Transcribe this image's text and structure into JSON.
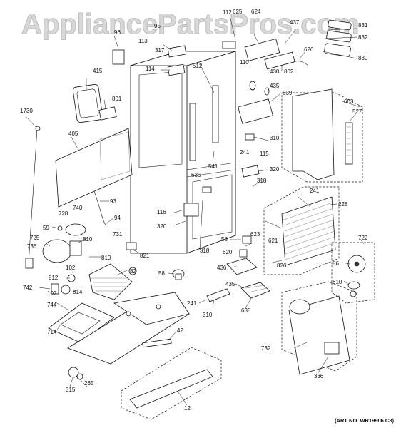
{
  "watermark": "AppliancePartsPros.com",
  "art_number": "(ART NO. WR19906 C8)",
  "labels": [
    "112",
    "625",
    "624",
    "437",
    "831",
    "96",
    "95",
    "113",
    "317",
    "832",
    "430",
    "626",
    "830",
    "110",
    "802",
    "114",
    "512",
    "415",
    "435",
    "639",
    "603",
    "801",
    "1730",
    "527",
    "405",
    "310",
    "241",
    "115",
    "320",
    "541",
    "636",
    "93",
    "241",
    "228",
    "318",
    "740",
    "728",
    "94",
    "116",
    "59",
    "623",
    "722",
    "58",
    "621",
    "725",
    "810",
    "731",
    "320",
    "318",
    "736",
    "620",
    "86",
    "810",
    "826",
    "821",
    "436",
    "58",
    "610",
    "102",
    "82",
    "812",
    "814",
    "742",
    "102",
    "435",
    "744",
    "241",
    "310",
    "638",
    "714",
    "42",
    "732",
    "336",
    "315",
    "265",
    "12"
  ]
}
